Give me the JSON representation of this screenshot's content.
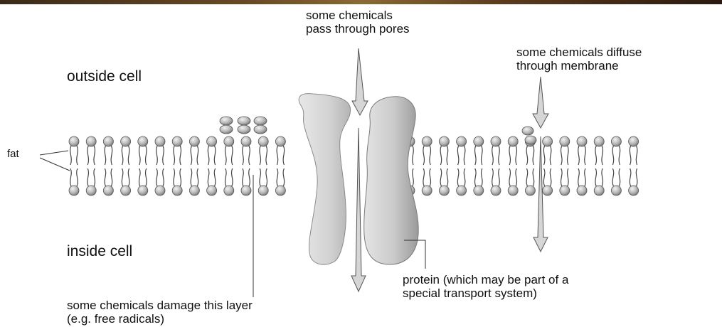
{
  "labels": {
    "outside_cell": "outside cell",
    "inside_cell": "inside cell",
    "fat": "fat",
    "pores": [
      "some chemicals",
      "pass through pores"
    ],
    "diffuse": [
      "some chemicals diffuse",
      "through membrane"
    ],
    "protein": [
      "protein (which may be part of a",
      "special transport system)"
    ],
    "damage": [
      "some chemicals damage this layer",
      "(e.g. free radicals)"
    ]
  },
  "colors": {
    "background": "#ffffff",
    "lipid_head": "#b8b8b8",
    "protein": "#d0d0d0",
    "arrow": "#cfcfcf",
    "outline": "#555555"
  }
}
